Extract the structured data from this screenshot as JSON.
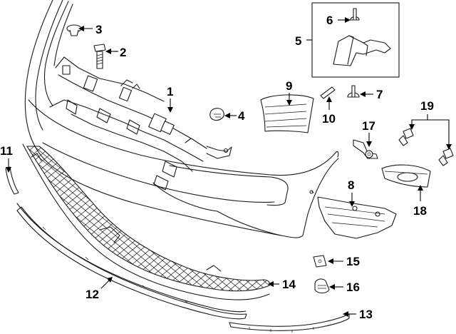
{
  "callouts": {
    "c1": "1",
    "c2": "2",
    "c3": "3",
    "c4": "4",
    "c5": "5",
    "c6": "6",
    "c7": "7",
    "c8": "8",
    "c9": "9",
    "c10": "10",
    "c11": "11",
    "c12": "12",
    "c13": "13",
    "c14": "14",
    "c15": "15",
    "c16": "16",
    "c17": "17",
    "c18": "18",
    "c19": "19"
  },
  "colors": {
    "line": "#1a1a1a",
    "background": "#ffffff"
  }
}
